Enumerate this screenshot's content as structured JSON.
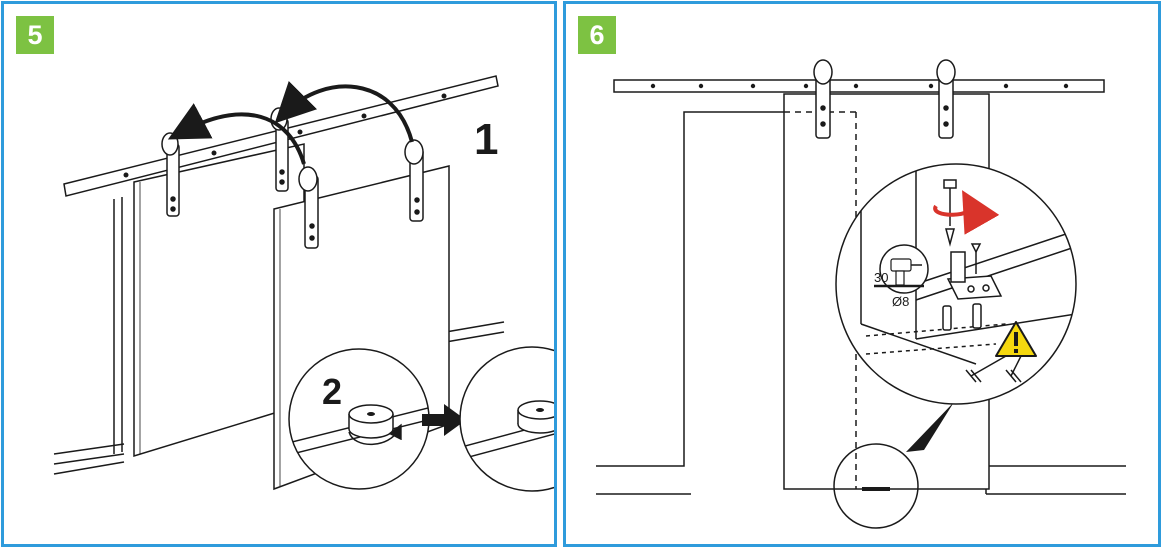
{
  "steps": [
    {
      "badge": "5",
      "callouts": {
        "slide_label": "1",
        "bumper_label": "2"
      }
    },
    {
      "badge": "6",
      "callouts": {
        "drill_depth": "30",
        "drill_diameter": "Ø8"
      }
    }
  ],
  "colors": {
    "frame": "#2e9bdc",
    "badge": "#7dc242",
    "rotate_arrow": "#d9342b",
    "warning": "#f5d80f",
    "ink": "#1a1a1a"
  },
  "icons": [
    "curved-arrow-icon",
    "rotate-arrow-icon",
    "right-arrow-icon",
    "warning-icon",
    "drill-icon"
  ]
}
